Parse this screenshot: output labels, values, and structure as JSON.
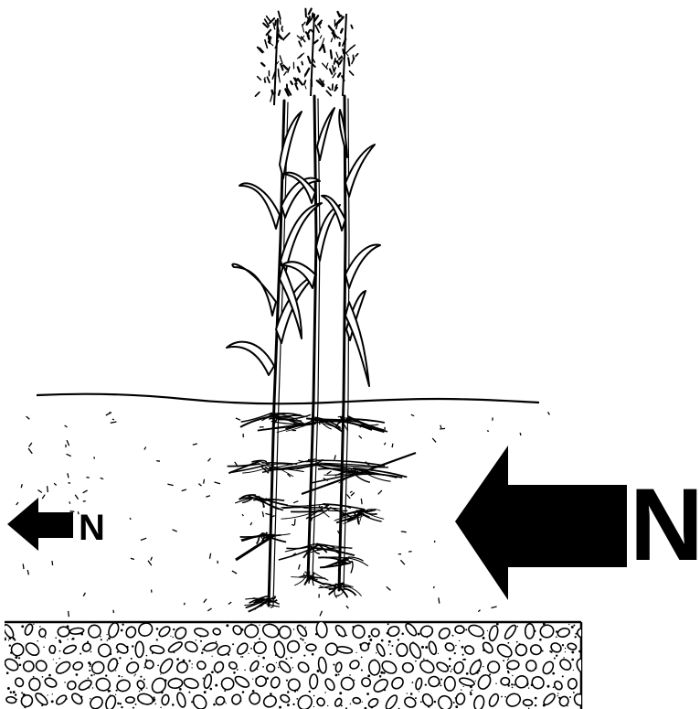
{
  "labels": {
    "left_arrow_letter": "N",
    "right_arrow_letter": "N"
  },
  "arrows": {
    "left": {
      "direction": "left",
      "size": "small",
      "icon": "arrow-left-icon"
    },
    "right": {
      "direction": "left",
      "size": "large",
      "icon": "arrow-left-icon"
    }
  },
  "plants": {
    "count": 3,
    "type": "grass stalks with seed heads and roots"
  },
  "layers": [
    "air",
    "topsoil",
    "gravel subsoil"
  ],
  "colors": {
    "ink": "#000000",
    "paper": "#ffffff"
  }
}
